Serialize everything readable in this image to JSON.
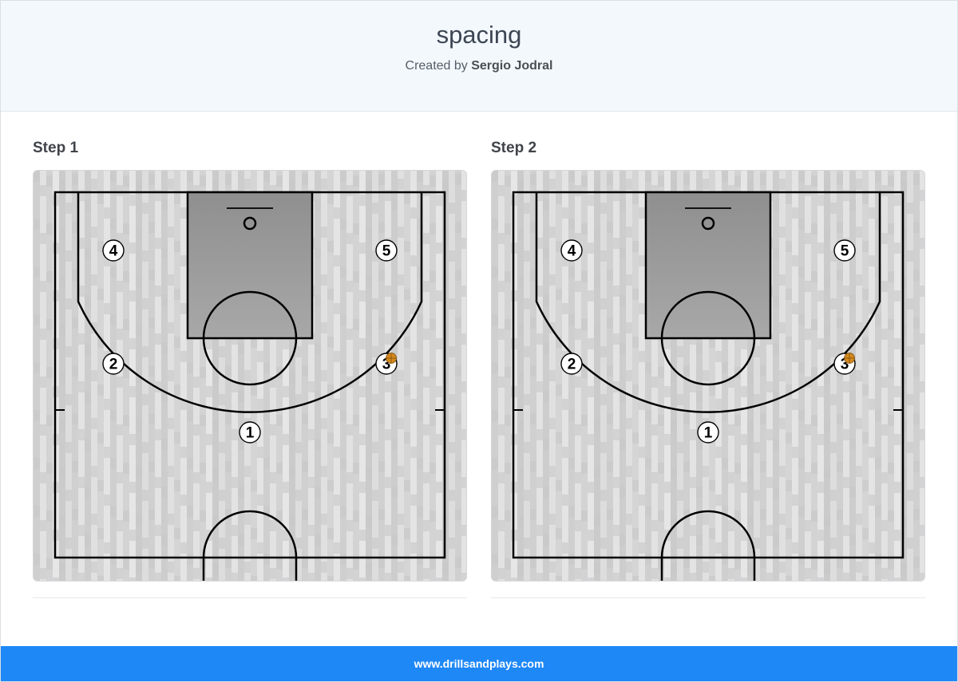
{
  "play": {
    "title": "spacing",
    "created_by_prefix": "Created by ",
    "author": "Sergio Jodral"
  },
  "steps": [
    {
      "title": "Step 1",
      "players": [
        {
          "label": "4",
          "role": "player"
        },
        {
          "label": "5",
          "role": "player"
        },
        {
          "label": "2",
          "role": "player"
        },
        {
          "label": "3",
          "role": "player",
          "has_ball": true
        },
        {
          "label": "1",
          "role": "player"
        }
      ]
    },
    {
      "title": "Step 2",
      "players": [
        {
          "label": "4",
          "role": "player"
        },
        {
          "label": "5",
          "role": "player"
        },
        {
          "label": "2",
          "role": "player"
        },
        {
          "label": "3",
          "role": "player",
          "has_ball": true
        },
        {
          "label": "1",
          "role": "player"
        }
      ]
    }
  ],
  "footer": {
    "site": "www.drillsandplays.com"
  },
  "colors": {
    "header_bg": "#f3f8fd",
    "footer_bg": "#1e88f7",
    "court_floor": "#d9d9d9",
    "paint": "#9a9a9a",
    "ball": "#d4891e"
  }
}
